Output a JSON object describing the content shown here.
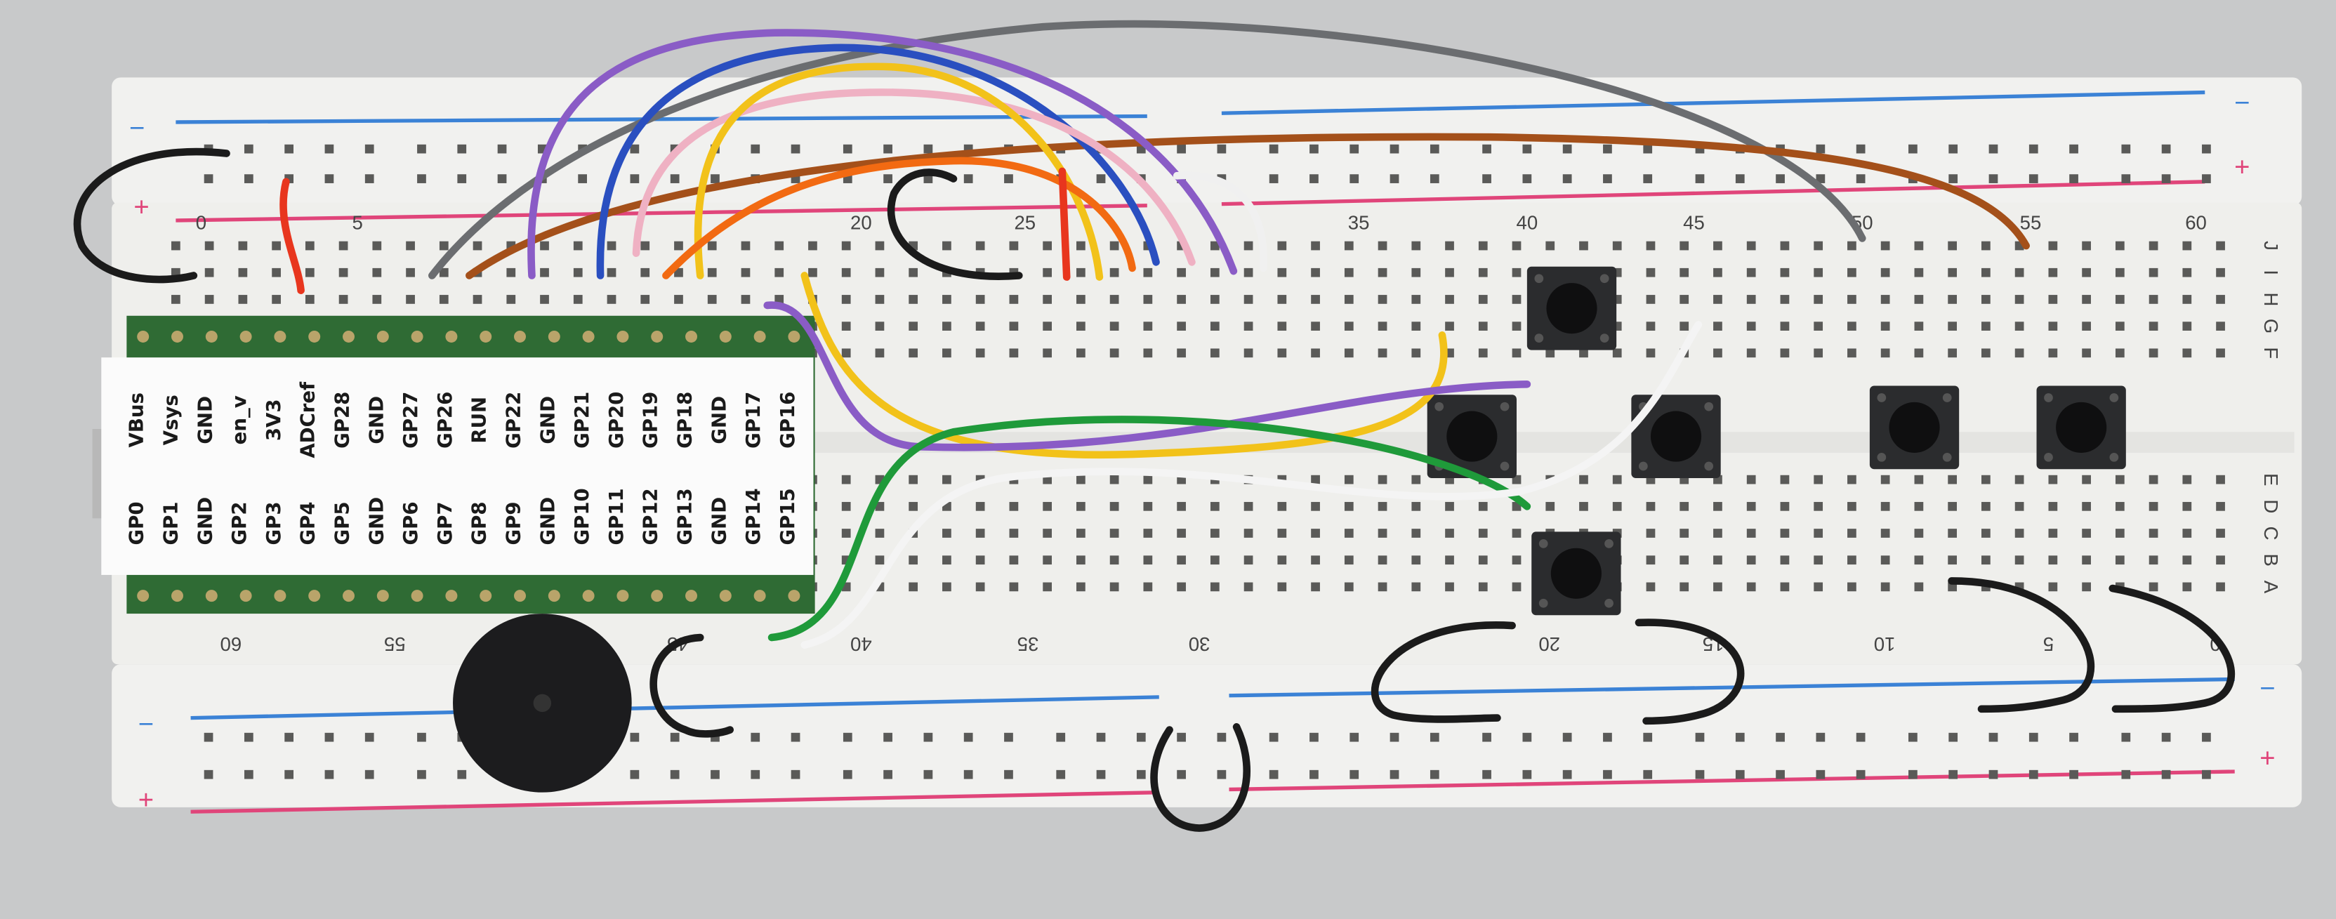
{
  "pico_labels": {
    "top_row": [
      "VBus",
      "Vsys",
      "GND",
      "en_v",
      "3V3",
      "ADCref",
      "GP28",
      "GND",
      "GP27",
      "GP26",
      "RUN",
      "GP22",
      "GND",
      "GP21",
      "GP20",
      "GP19",
      "GP18",
      "GND",
      "GP17",
      "GP16"
    ],
    "bottom_row": [
      "GP0",
      "GP1",
      "GND",
      "GP2",
      "GP3",
      "GP4",
      "GP5",
      "GND",
      "GP6",
      "GP7",
      "GP8",
      "GP9",
      "GND",
      "GP10",
      "GP11",
      "GP12",
      "GP13",
      "GND",
      "GP14",
      "GP15"
    ]
  },
  "breadboard": {
    "top_column_numbers": [
      "0",
      "5",
      "20",
      "25",
      "35",
      "40",
      "45",
      "50",
      "55",
      "60"
    ],
    "bottom_column_numbers": [
      "60",
      "55",
      "45",
      "40",
      "35",
      "30",
      "20",
      "15",
      "10",
      "5",
      "0"
    ],
    "row_letters_top": [
      "J",
      "I",
      "H",
      "G",
      "F"
    ],
    "row_letters_bottom": [
      "E",
      "D",
      "C",
      "B",
      "A"
    ],
    "rail_signs": {
      "minus": "−",
      "plus": "+"
    }
  },
  "wire_colors": {
    "black": "#1b1b1b",
    "red": "#e8361e",
    "gray": "#6b6d70",
    "purple": "#8a5cc6",
    "blue": "#2a4fc0",
    "pink": "#efb1c3",
    "yellow": "#f2c21a",
    "orange": "#f26a12",
    "brown": "#a4501a",
    "white": "#f4f4f4",
    "green": "#1f9a3a"
  }
}
